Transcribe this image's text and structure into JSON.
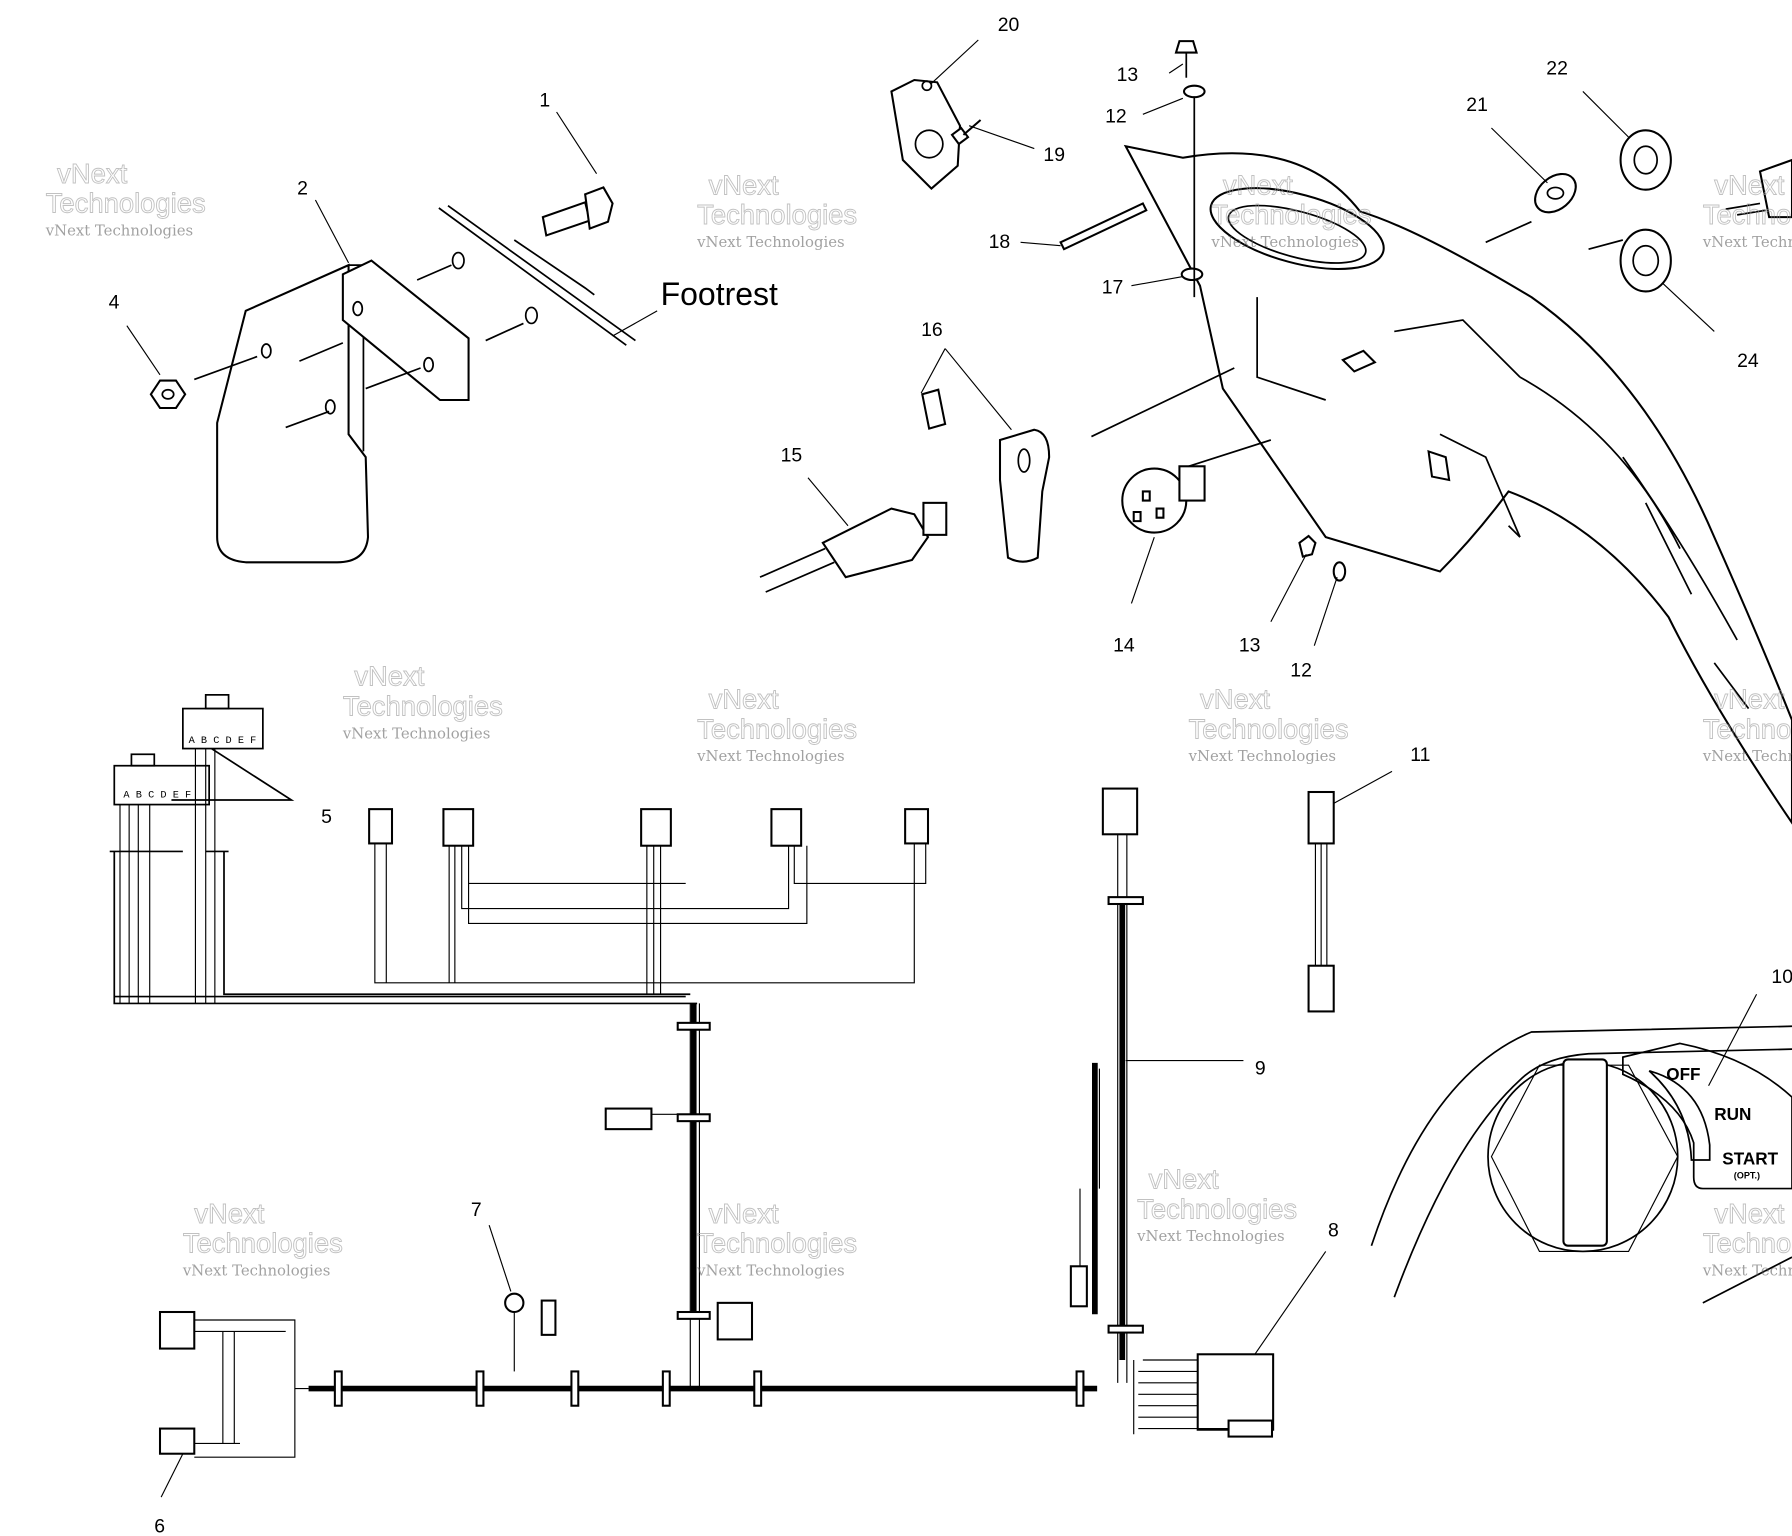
{
  "diagram": {
    "title_label": "Footrest",
    "callouts": [
      "1",
      "2",
      "4",
      "5",
      "6",
      "7",
      "8",
      "9",
      "10",
      "11",
      "12",
      "12",
      "13",
      "13",
      "14",
      "15",
      "16",
      "17",
      "18",
      "19",
      "20",
      "21",
      "22",
      "24"
    ],
    "switch_plate": {
      "off": "OFF",
      "run": "RUN",
      "start": "START",
      "opt": "(OPT.)"
    },
    "connector_pins_a": "A B C D E F",
    "connector_pins_b": "A B C D E F",
    "watermark": {
      "line1": "vNext Technologies",
      "line2": "vNext",
      "line3": "Technologies"
    }
  }
}
